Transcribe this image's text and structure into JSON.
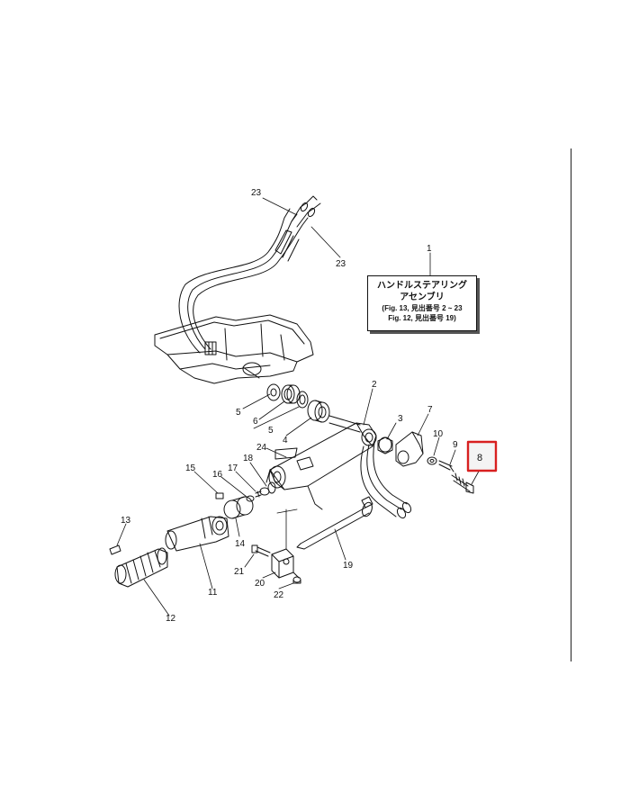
{
  "colors": {
    "line": "#111111",
    "highlight": "#d82020",
    "highlight_fill": "#f4f4f4"
  },
  "assembly_label": {
    "line1": "ハンドルステアリング",
    "line2": "アセンブリ",
    "line3": "(Fig. 13, 見出番号 2 ~ 23",
    "line4": "Fig. 12, 見出番号 19)"
  },
  "highlighted_part": "8",
  "parts": [
    {
      "id": "p1",
      "label": "1"
    },
    {
      "id": "p2",
      "label": "2"
    },
    {
      "id": "p3",
      "label": "3"
    },
    {
      "id": "p4",
      "label": "4"
    },
    {
      "id": "p5a",
      "label": "5"
    },
    {
      "id": "p5b",
      "label": "5"
    },
    {
      "id": "p6",
      "label": "6"
    },
    {
      "id": "p7",
      "label": "7"
    },
    {
      "id": "p8",
      "label": "8"
    },
    {
      "id": "p9",
      "label": "9"
    },
    {
      "id": "p10",
      "label": "10"
    },
    {
      "id": "p11",
      "label": "11"
    },
    {
      "id": "p12",
      "label": "12"
    },
    {
      "id": "p13",
      "label": "13"
    },
    {
      "id": "p14",
      "label": "14"
    },
    {
      "id": "p15",
      "label": "15"
    },
    {
      "id": "p16",
      "label": "16"
    },
    {
      "id": "p17",
      "label": "17"
    },
    {
      "id": "p18",
      "label": "18"
    },
    {
      "id": "p19",
      "label": "19"
    },
    {
      "id": "p20",
      "label": "20"
    },
    {
      "id": "p21",
      "label": "21"
    },
    {
      "id": "p22",
      "label": "22"
    },
    {
      "id": "p23a",
      "label": "23"
    },
    {
      "id": "p23b",
      "label": "23"
    },
    {
      "id": "p24",
      "label": "24"
    }
  ]
}
